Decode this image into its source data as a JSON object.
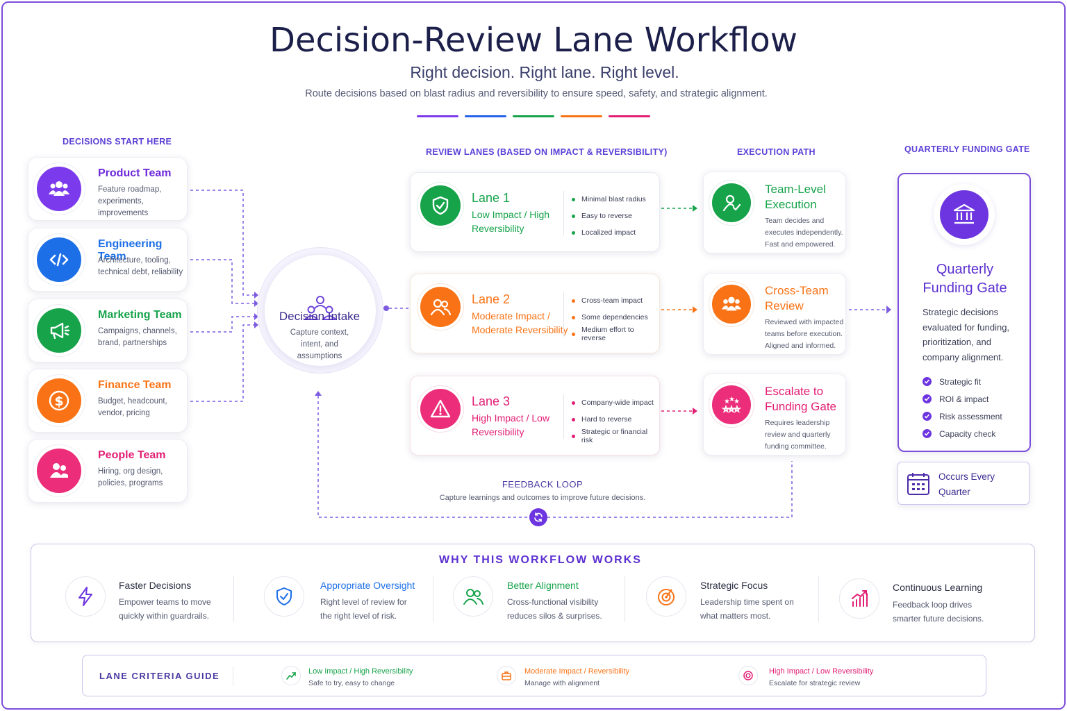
{
  "header": {
    "title": "Decision-Review Lane Workflow",
    "subtitle": "Right decision. Right lane. Right level.",
    "description": "Route decisions based on blast radius and reversibility to ensure speed, safety, and strategic alignment."
  },
  "colors": {
    "purple": "#7c3aed",
    "blue": "#2563eb",
    "green": "#16a34a",
    "orange": "#f97316",
    "pink": "#e11d74"
  },
  "sections": {
    "start": "DECISIONS START HERE",
    "lanes": "REVIEW LANES (BASED ON IMPACT & REVERSIBILITY)",
    "execution": "EXECUTION PATH",
    "funding": "QUARTERLY FUNDING GATE"
  },
  "teams": [
    {
      "name": "Product Team",
      "desc": "Feature roadmap, experiments, improvements",
      "icon": "users-icon"
    },
    {
      "name": "Engineering Team",
      "desc": "Architecture, tooling, technical debt, reliability",
      "icon": "code-icon"
    },
    {
      "name": "Marketing Team",
      "desc": "Campaigns, channels, brand, partnerships",
      "icon": "megaphone-icon"
    },
    {
      "name": "Finance Team",
      "desc": "Budget, headcount, vendor, pricing",
      "icon": "dollar-icon"
    },
    {
      "name": "People Team",
      "desc": "Hiring, org design, policies, programs",
      "icon": "people-icon"
    }
  ],
  "intake": {
    "title": "Decision Intake",
    "desc": "Capture context, intent, and assumptions"
  },
  "lanes": [
    {
      "title": "Lane 1",
      "sub": "Low Impact / High Reversibility",
      "bullets": [
        "Minimal blast radius",
        "Easy to reverse",
        "Localized impact"
      ]
    },
    {
      "title": "Lane 2",
      "sub": "Moderate Impact / Moderate Reversibility",
      "bullets": [
        "Cross-team impact",
        "Some dependencies",
        "Medium effort to reverse"
      ]
    },
    {
      "title": "Lane 3",
      "sub": "High Impact / Low Reversibility",
      "bullets": [
        "Company-wide impact",
        "Hard to reverse",
        "Strategic or financial risk"
      ]
    }
  ],
  "execution": [
    {
      "title": "Team-Level Execution",
      "desc": "Team decides and executes independently. Fast and empowered."
    },
    {
      "title": "Cross-Team Review",
      "desc": "Reviewed with impacted teams before execution. Aligned and informed."
    },
    {
      "title": "Escalate to Funding Gate",
      "desc": "Requires leadership review and quarterly funding committee."
    }
  ],
  "funding": {
    "title": "Quarterly Funding Gate",
    "desc": "Strategic decisions evaluated for funding, prioritization, and company alignment.",
    "checks": [
      "Strategic fit",
      "ROI & impact",
      "Risk assessment",
      "Capacity check"
    ],
    "occurs": "Occurs Every Quarter"
  },
  "feedback": {
    "title": "FEEDBACK LOOP",
    "desc": "Capture learnings and outcomes to improve future decisions."
  },
  "why": {
    "title": "WHY THIS WORKFLOW WORKS",
    "items": [
      {
        "title": "Faster Decisions",
        "desc": "Empower teams to move quickly within guardrails.",
        "icon": "lightning-icon"
      },
      {
        "title": "Appropriate Oversight",
        "desc": "Right level of review for the right level of risk.",
        "icon": "shield-check-icon"
      },
      {
        "title": "Better Alignment",
        "desc": "Cross-functional visibility reduces silos & surprises.",
        "icon": "people-icon"
      },
      {
        "title": "Strategic Focus",
        "desc": "Leadership time spent on what matters most.",
        "icon": "target-icon"
      },
      {
        "title": "Continuous Learning",
        "desc": "Feedback loop drives smarter future decisions.",
        "icon": "chart-up-icon"
      }
    ]
  },
  "guide": {
    "title": "LANE CRITERIA GUIDE",
    "items": [
      {
        "title": "Low Impact / High Reversibility",
        "desc": "Safe to try, easy to change"
      },
      {
        "title": "Moderate Impact / Reversibility",
        "desc": "Manage with alignment"
      },
      {
        "title": "High Impact / Low Reversibility",
        "desc": "Escalate for strategic review"
      }
    ]
  }
}
